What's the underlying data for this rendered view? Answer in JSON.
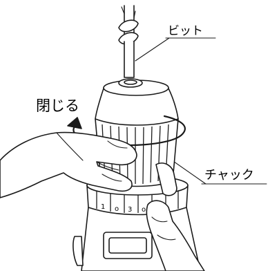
{
  "labels": {
    "bit": "ビット",
    "close": "閉じる",
    "chuck": "チャック"
  },
  "collar_numbers": [
    "1",
    "o",
    "3",
    "o"
  ],
  "colors": {
    "line": "#1a1a1a",
    "background": "#ffffff"
  }
}
